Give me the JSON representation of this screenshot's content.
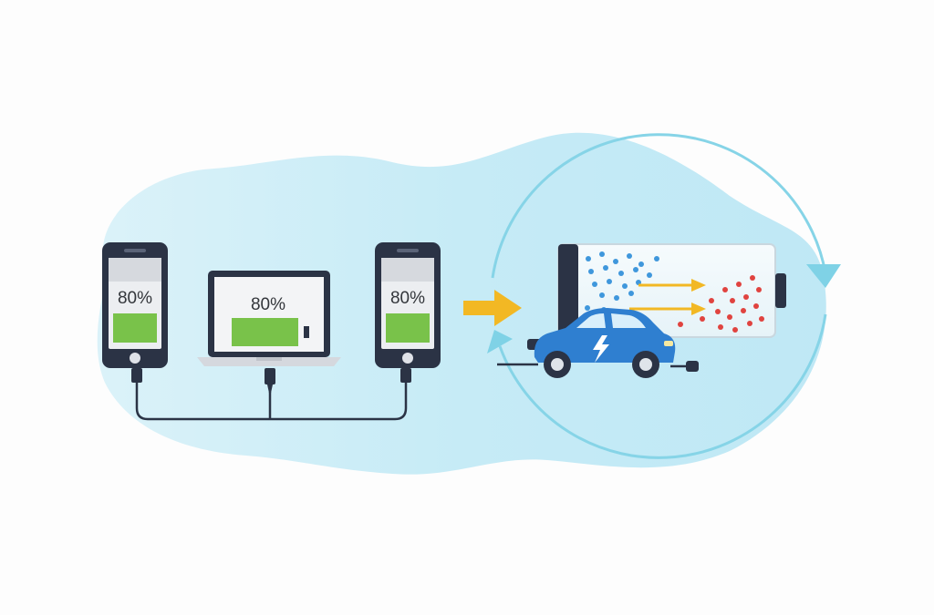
{
  "devices": [
    {
      "kind": "phone",
      "charge_label": "80%"
    },
    {
      "kind": "laptop",
      "charge_label": "80%"
    },
    {
      "kind": "phone",
      "charge_label": "80%"
    }
  ],
  "colors": {
    "background_blob": "#c9ecf7",
    "device_frame": "#2b3345",
    "battery_green": "#79c24a",
    "flow_arrow": "#f2b824",
    "cycle_arrow": "#7fd2e6",
    "car_body": "#2f7fd0",
    "dot_blue": "#3f97dc",
    "dot_red": "#e0433f"
  },
  "icons": [
    "phone-icon",
    "laptop-icon",
    "cable-icon",
    "arrow-right-icon",
    "battery-cell-icon",
    "electric-car-icon",
    "lightning-bolt-icon",
    "cycle-arrow-icon"
  ]
}
